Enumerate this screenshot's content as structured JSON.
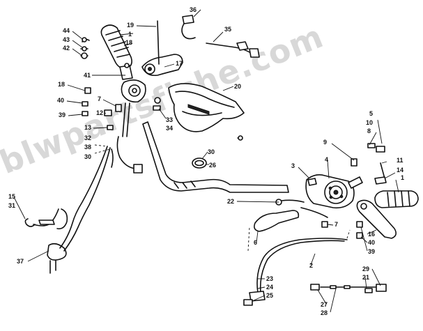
{
  "watermark": "blwpartsfiche.com",
  "callouts": {
    "c1": "1",
    "c2": "2",
    "c3": "3",
    "c4": "4",
    "c5": "5",
    "c6": "6",
    "c7a": "7",
    "c7b": "7",
    "c8": "8",
    "c9": "9",
    "c10": "10",
    "c11": "11",
    "c12": "12",
    "c13": "13",
    "c14": "14",
    "c15": "15",
    "c16": "16",
    "c17": "17",
    "c18a": "18",
    "c18b": "18",
    "c19": "19",
    "c20": "20",
    "c21": "21",
    "c22": "22",
    "c23": "23",
    "c24": "24",
    "c25": "25",
    "c26": "26",
    "c27": "27",
    "c28": "28",
    "c29": "29",
    "c30a": "30",
    "c30b": "30",
    "c31": "31",
    "c32": "32",
    "c33": "33",
    "c34": "34",
    "c35": "35",
    "c36": "36",
    "c37": "37",
    "c38": "38",
    "c39a": "39",
    "c39b": "39",
    "c40a": "40",
    "c40b": "40",
    "c41": "41",
    "c42": "42",
    "c43": "43",
    "c44": "44",
    "c1b": "1"
  },
  "icons": {
    "diagram": "exploded-parts-diagram"
  },
  "colors": {
    "ink": "#111111",
    "watermark": "#d8d8d8",
    "background": "#ffffff"
  }
}
